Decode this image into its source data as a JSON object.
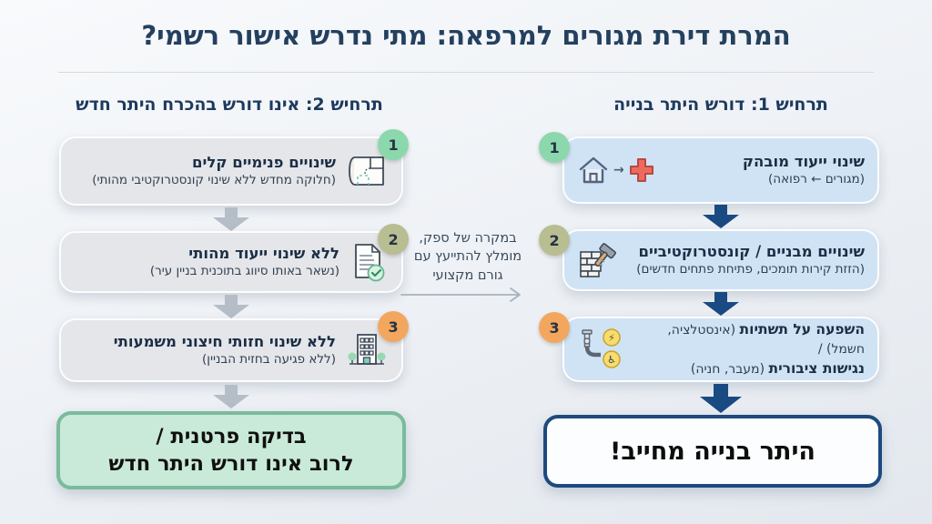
{
  "title": "המרת דירת מגורים למרפאה: מתי נדרש אישור רשמי?",
  "colors": {
    "navy_accent": "#1a4a82",
    "box_blue": "#cfe3f5",
    "box_gray": "#e4e6ea",
    "badge_green": "#8bd8ad",
    "badge_olive": "#b8bd92",
    "badge_orange": "#f3a75e",
    "result_green_bg": "#c9ead8",
    "result_green_border": "#7abb9c",
    "result_navy_border": "#1d4a7e"
  },
  "icons": {
    "arrow_right": "→",
    "lightning": "⚡",
    "wheelchair": "♿"
  },
  "middle": {
    "note_line1": "במקרה של ספק,",
    "note_line2": "מומלץ להתייעץ עם",
    "note_line3": "גורם מקצועי"
  },
  "scenario1": {
    "header": "תרחיש 1: דורש היתר בנייה",
    "steps": [
      {
        "num": "1",
        "title": "שינוי ייעוד מובהק",
        "subtitle": "(מגורים ← רפואה)"
      },
      {
        "num": "2",
        "title": "שינויים מבניים / קונסטרוקטיביים",
        "subtitle": "(הזזת קירות תומכים, פתיחת פתחים חדשים)"
      },
      {
        "num": "3",
        "bold1": "השפעה על תשתיות",
        "rest1": " (אינסטלציה, חשמל) /",
        "bold2": "נגישות ציבורית",
        "rest2": " (מעבר, חניה)"
      }
    ],
    "result": "היתר בנייה מחייב!"
  },
  "scenario2": {
    "header": "תרחיש 2: אינו דורש בהכרח היתר חדש",
    "steps": [
      {
        "num": "1",
        "title": "שינויים פנימיים קלים",
        "subtitle": "(חלוקה מחדש ללא שינוי קונסטרוקטיבי מהותי)"
      },
      {
        "num": "2",
        "title": "ללא שינוי ייעוד מהותי",
        "subtitle": "(נשאר באותו סיווג בתוכנית בניין עיר)"
      },
      {
        "num": "3",
        "title": "ללא שינוי חזותי חיצוני משמעותי",
        "subtitle": "(ללא פגיעה בחזית הבניין)"
      }
    ],
    "result_line1": "בדיקה פרטנית /",
    "result_line2": "לרוב אינו דורש היתר חדש"
  }
}
